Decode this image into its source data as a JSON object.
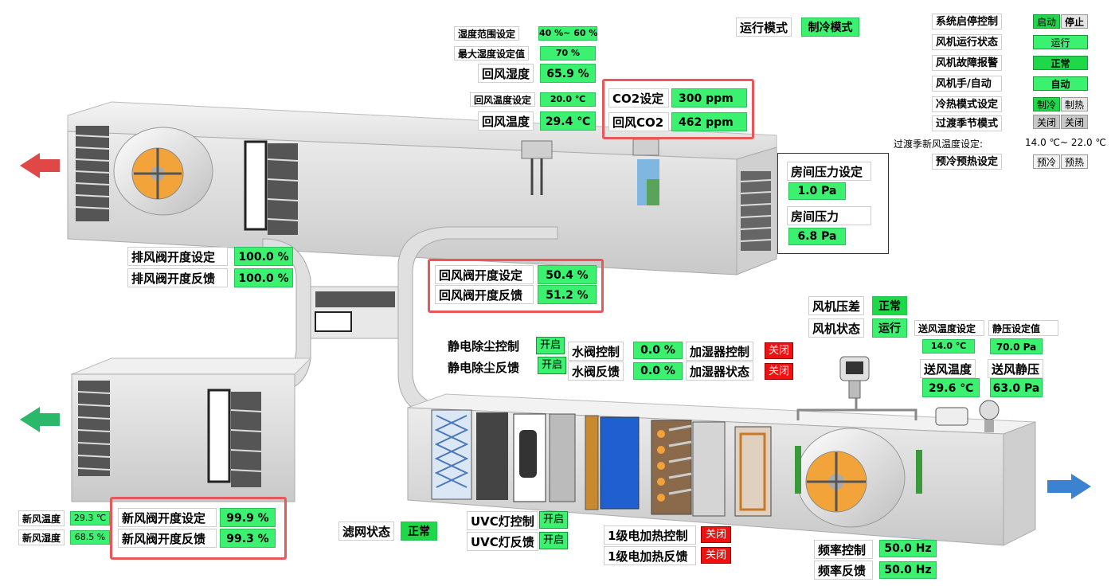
{
  "top": {
    "humidity_range_label": "湿度范围设定",
    "humidity_range_value": "40 %~ 60 %",
    "max_humidity_label": "最大湿度设定值",
    "max_humidity_value": "70 %",
    "return_humidity_label": "回风湿度",
    "return_humidity_value": "65.9 %",
    "return_temp_set_label": "回风温度设定",
    "return_temp_set_value": "20.0 ℃",
    "return_temp_label": "回风温度",
    "return_temp_value": "29.4 ℃"
  },
  "co2": {
    "set_label": "CO2设定",
    "set_value": "300 ppm",
    "return_label": "回风CO2",
    "return_value": "462 ppm"
  },
  "mode": {
    "label": "运行模式",
    "value": "制冷模式"
  },
  "control": {
    "sys_label": "系统启停控制",
    "start": "启动",
    "stop": "停止",
    "fan_state_label": "风机运行状态",
    "fan_state_value": "运行",
    "fan_fault_label": "风机故障报警",
    "fan_fault_value": "正常",
    "fan_mode_label": "风机手/自动",
    "fan_mode_value": "自动",
    "hc_label": "冷热模式设定",
    "cool": "制冷",
    "heat": "制热",
    "transition_label": "过渡季节模式",
    "off1": "关闭",
    "off2": "关闭",
    "transition_temp_label": "过渡季新风温度设定:",
    "transition_temp_value": "14.0 ℃~ 22.0 ℃",
    "pre_label": "预冷预热设定",
    "precool": "预冷",
    "preheat": "预热"
  },
  "room": {
    "pressure_set_label": "房间压力设定",
    "pressure_set_value": "1.0 Pa",
    "pressure_label": "房间压力",
    "pressure_value": "6.8 Pa"
  },
  "exhaust": {
    "set_label": "排风阀开度设定",
    "set_value": "100.0 %",
    "fb_label": "排风阀开度反馈",
    "fb_value": "100.0 %"
  },
  "return_damper": {
    "set_label": "回风阀开度设定",
    "set_value": "50.4 %",
    "fb_label": "回风阀开度反馈",
    "fb_value": "51.2 %"
  },
  "fan": {
    "dp_label": "风机压差",
    "dp_value": "正常",
    "state_label": "风机状态",
    "state_value": "运行"
  },
  "supply": {
    "temp_set_label": "送风温度设定",
    "temp_set_value": "14.0 ℃",
    "static_set_label": "静压设定值",
    "static_set_value": "70.0 Pa",
    "temp_label": "送风温度",
    "temp_value": "29.6 ℃",
    "static_label": "送风静压",
    "static_value": "63.0 Pa"
  },
  "esp": {
    "ctrl_label": "静电除尘控制",
    "ctrl_value": "开启",
    "fb_label": "静电除尘反馈",
    "fb_value": "开启"
  },
  "water": {
    "ctrl_label": "水阀控制",
    "ctrl_value": "0.0 %",
    "fb_label": "水阀反馈",
    "fb_value": "0.0 %"
  },
  "humidifier": {
    "ctrl_label": "加湿器控制",
    "ctrl_value": "关闭",
    "state_label": "加湿器状态",
    "state_value": "关闭"
  },
  "fresh": {
    "temp_label": "新风温度",
    "temp_value": "29.3 ℃",
    "hum_label": "新风湿度",
    "hum_value": "68.5 %",
    "set_label": "新风阀开度设定",
    "set_value": "99.9 %",
    "fb_label": "新风阀开度反馈",
    "fb_value": "99.3 %"
  },
  "filter": {
    "label": "滤网状态",
    "value": "正常"
  },
  "uvc": {
    "ctrl_label": "UVC灯控制",
    "ctrl_value": "开启",
    "fb_label": "UVC灯反馈",
    "fb_value": "开启"
  },
  "heater": {
    "ctrl_label": "1级电加热控制",
    "ctrl_value": "关闭",
    "fb_label": "1级电加热反馈",
    "fb_value": "关闭"
  },
  "freq": {
    "ctrl_label": "频率控制",
    "ctrl_value": "50.0 Hz",
    "fb_label": "频率反馈",
    "fb_value": "50.0 Hz"
  },
  "colors": {
    "value_green": "#3cf070",
    "alarm_red": "#ee1111",
    "highlight_red": "#e8585a",
    "duct_grey": "#e4e4e4"
  }
}
